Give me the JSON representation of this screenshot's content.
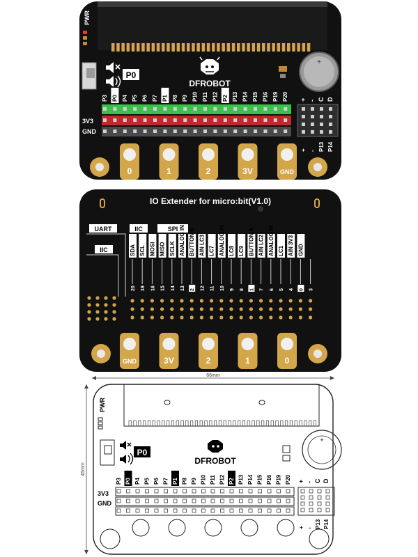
{
  "top_board": {
    "brand": "DFROBOT",
    "pwr_label": "PWR",
    "p0_label": "P0",
    "pin_labels": [
      "P3",
      "P0",
      "P4",
      "P5",
      "P6",
      "P7",
      "P1",
      "P8",
      "P9",
      "P10",
      "P11",
      "P12",
      "P2",
      "P13",
      "P14",
      "P15",
      "P16",
      "P19",
      "P20"
    ],
    "row_labels": [
      "3V3",
      "GND"
    ],
    "right_header_top": [
      "+",
      "-",
      "C",
      "D"
    ],
    "right_header_bottom": [
      "+",
      "-",
      "P13",
      "P14"
    ],
    "pads": [
      "0",
      "1",
      "2",
      "3V",
      "GND"
    ]
  },
  "middle_board": {
    "title": "IO Extender for micro:bit(V1.0)",
    "uart_label": "UART",
    "iic_label": "IIC",
    "iic_left_label": "IIC",
    "spi_label": "SPI",
    "col_labels": [
      {
        "text": "SDA",
        "pin": "20"
      },
      {
        "text": "SCL",
        "pin": "19"
      },
      {
        "text": "MOSI",
        "pin": "16"
      },
      {
        "text": "MISO",
        "pin": "15"
      },
      {
        "text": "SCLK",
        "pin": "14"
      },
      {
        "text": "ANALOG IN",
        "pin": "13"
      },
      {
        "text": "BUTTON B",
        "pin": "2"
      },
      {
        "text": "AIN LC3",
        "pin": "12"
      },
      {
        "text": "LC7",
        "pin": "11"
      },
      {
        "text": "ANALOG IN",
        "pin": "10"
      },
      {
        "text": "LC8",
        "pin": "9"
      },
      {
        "text": "LC9",
        "pin": "8"
      },
      {
        "text": "BUTTON A",
        "pin": "1"
      },
      {
        "text": "AIN LC2",
        "pin": "7"
      },
      {
        "text": "ANALOG IN",
        "pin": "6"
      },
      {
        "text": "LC1",
        "pin": "5"
      },
      {
        "text": "AIN 3V3",
        "pin": "4"
      },
      {
        "text": "GND",
        "pin": "0"
      },
      {
        "text": "",
        "pin": "3"
      }
    ],
    "pads": [
      "GND",
      "3V",
      "2",
      "1",
      "0"
    ]
  },
  "drawing": {
    "brand": "DFROBOT",
    "width_label": "66mm",
    "height_label": "45mm",
    "pwr_label": "PWR",
    "p0_label": "P0",
    "pin_labels": [
      "P3",
      "P0",
      "P4",
      "P5",
      "P6",
      "P7",
      "P1",
      "P8",
      "P9",
      "P10",
      "P11",
      "P12",
      "P2",
      "P13",
      "P14",
      "P15",
      "P16",
      "P19",
      "P20"
    ],
    "row_labels": [
      "3V3",
      "GND"
    ],
    "right_header_top": [
      "+",
      "-",
      "C",
      "D"
    ],
    "right_header_bottom": [
      "+",
      "-",
      "P13",
      "P14"
    ]
  }
}
